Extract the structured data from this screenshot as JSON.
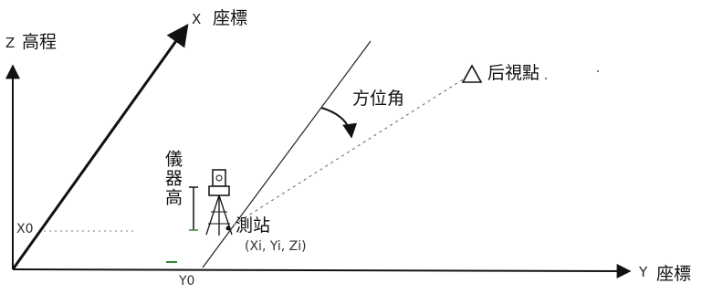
{
  "labels": {
    "z_letter": "Z",
    "z_label": "高程",
    "x_letter": "X",
    "x_label": "座標",
    "y_letter": "Y",
    "y_label": "座標",
    "backsight": "后視點",
    "azimuth": "方位角",
    "instrument_height": "儀器高",
    "station": "測站",
    "station_coords": "(Xi, Yi, Zi)",
    "x0": "X0",
    "y0": "Y0"
  },
  "colors": {
    "ink": "#111111",
    "dotted": "#7a7a7a",
    "ground_mark": "#2f8a2f"
  }
}
